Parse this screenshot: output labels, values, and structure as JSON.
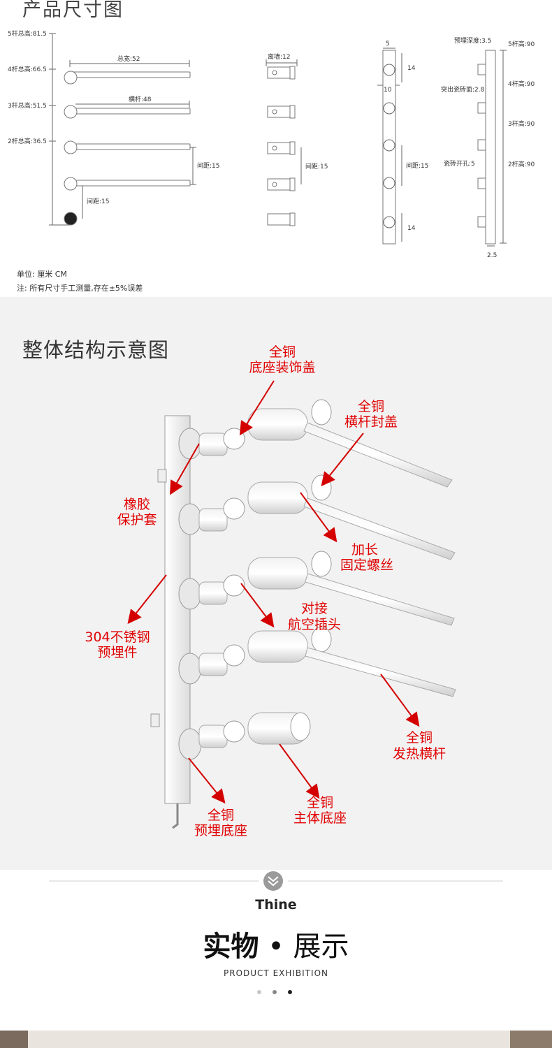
{
  "dimensions": {
    "title": "产品尺寸图",
    "heights": [
      "5杆总高:81.5",
      "4杆总高:66.5",
      "3杆总高:51.5",
      "2杆总高:36.5"
    ],
    "total_width": "总宽:52",
    "bar_length": "横杆:48",
    "spacing": "间距:15",
    "wall_offset": "离墙:12",
    "post_width": "5",
    "post_depth": "10",
    "edge_14": "14",
    "embed_depth": "预埋深度:3.5",
    "protrude": "突出瓷砖面:2.8",
    "tile_hole": "瓷砖开孔:5",
    "side_heights": [
      "5杆高:90",
      "4杆高:90",
      "3杆高:90",
      "2杆高:90"
    ],
    "bottom_width": "2.5",
    "unit": "单位:   厘米 CM",
    "note": "注:   所有尺寸手工测量,存在±5%误差"
  },
  "structure": {
    "title": "整体结构示意图",
    "labels": {
      "base_cover": [
        "全铜",
        "底座装饰盖"
      ],
      "bar_cap": [
        "全铜",
        "横杆封盖"
      ],
      "rubber": [
        "橡胶",
        "保护套"
      ],
      "screw": [
        "加长",
        "固定螺丝"
      ],
      "plug": [
        "对接",
        "航空插头"
      ],
      "embed_part": [
        "304不锈钢",
        "预埋件"
      ],
      "heat_bar": [
        "全铜",
        "发热横杆"
      ],
      "embed_base": [
        "全铜",
        "预埋底座"
      ],
      "main_base": [
        "全铜",
        "主体底座"
      ]
    },
    "colors": {
      "label": "#e00000",
      "arrow": "#d40000"
    }
  },
  "exhibition": {
    "brand": "Thine",
    "title_bold": "实物",
    "dot": "•",
    "title_light": "展示",
    "subtitle": "PRODUCT  EXHIBITION"
  }
}
